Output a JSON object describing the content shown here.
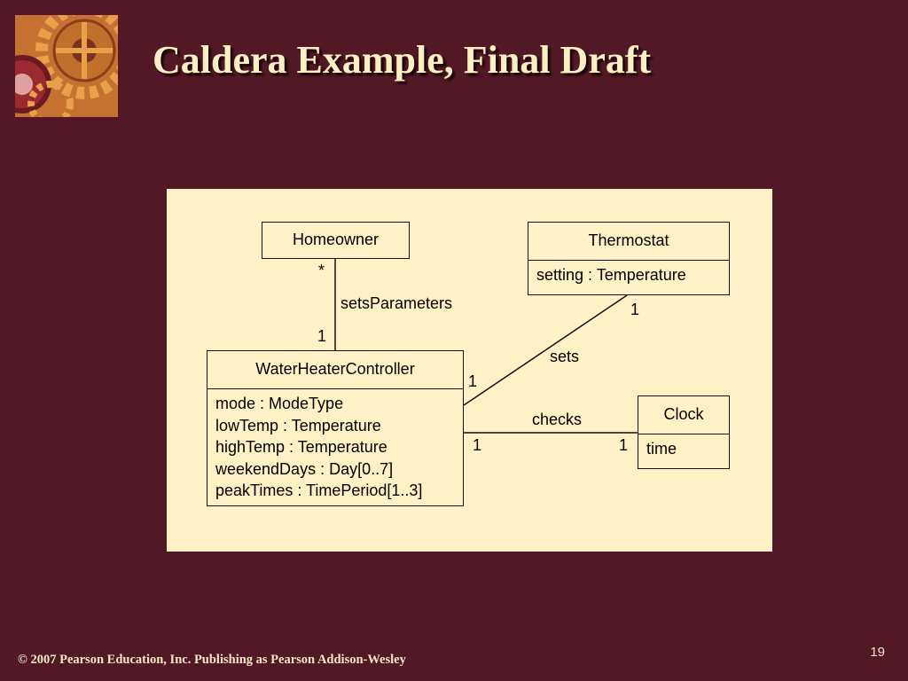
{
  "slide": {
    "title": "Caldera Example, Final Draft",
    "footer": "© 2007 Pearson Education, Inc. Publishing as Pearson Addison-Wesley",
    "page_number": "19"
  },
  "diagram": {
    "classes": {
      "homeowner": {
        "name": "Homeowner"
      },
      "thermostat": {
        "name": "Thermostat",
        "attributes": [
          "setting : Temperature"
        ]
      },
      "controller": {
        "name": "WaterHeaterController",
        "attributes": [
          "mode : ModeType",
          "lowTemp : Temperature",
          "highTemp : Temperature",
          "weekendDays : Day[0..7]",
          "peakTimes : TimePeriod[1..3]"
        ]
      },
      "clock": {
        "name": "Clock",
        "attributes": [
          "time"
        ]
      }
    },
    "associations": {
      "sets_parameters": {
        "label": "setsParameters",
        "homeowner_end": "*",
        "controller_end": "1"
      },
      "sets": {
        "label": "sets",
        "thermostat_end": "1",
        "controller_end": "1"
      },
      "checks": {
        "label": "checks",
        "controller_end": "1",
        "clock_end": "1"
      }
    }
  }
}
